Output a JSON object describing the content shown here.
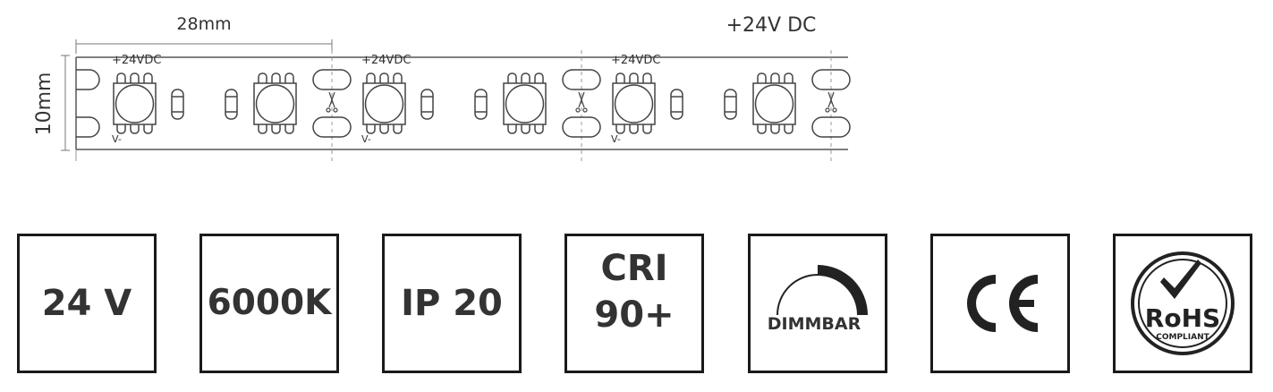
{
  "dimensions": {
    "pitch": "28mm",
    "width": "10mm"
  },
  "voltage_header": "+24V DC",
  "segments": [
    {
      "plus_label": "+24VDC",
      "minus_label": "V-"
    },
    {
      "plus_label": "+24VDC",
      "minus_label": "V-"
    },
    {
      "plus_label": "+24VDC",
      "minus_label": "V-"
    }
  ],
  "features": [
    {
      "name": "voltage",
      "text": "24 V"
    },
    {
      "name": "color-temperature",
      "text": "6000K"
    },
    {
      "name": "ip-rating",
      "text": "IP 20"
    },
    {
      "name": "cri",
      "line1": "CRI",
      "line2": "90+"
    },
    {
      "name": "dimmable",
      "text": "DIMMBAR"
    },
    {
      "name": "ce",
      "icon": "ce-mark-icon"
    },
    {
      "name": "rohs",
      "text": "RoHS",
      "sub": "COMPLIANT",
      "icon": "rohs-check-icon"
    }
  ],
  "colors": {
    "line": "#555555",
    "border": "#1a1a1a",
    "text": "#333333"
  }
}
